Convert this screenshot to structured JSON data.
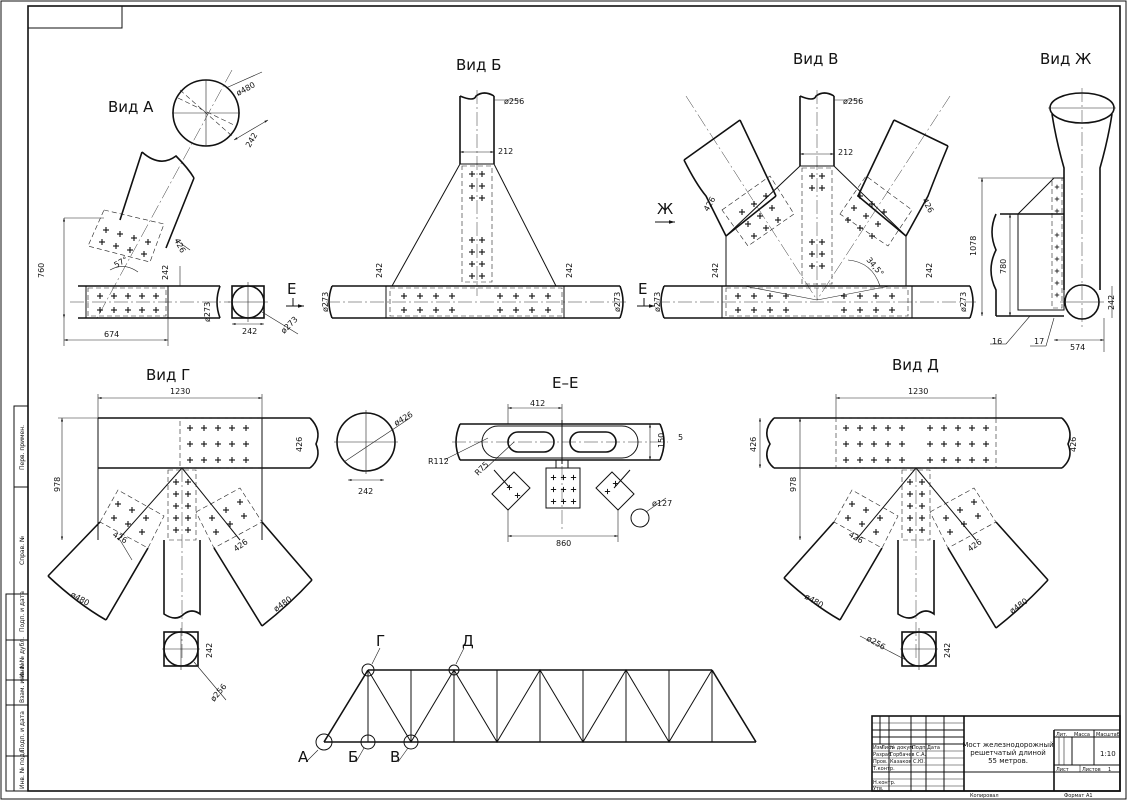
{
  "views": {
    "a": "Вид А",
    "b": "Вид Б",
    "v": "Вид В",
    "zh": "Вид Ж",
    "g": "Вид Г",
    "ee": "Е–Е",
    "d": "Вид Д"
  },
  "dims": {
    "d480": "ø480",
    "d273": "ø273",
    "d256": "ø256",
    "d426": "ø426",
    "d127": "ø127",
    "r112": "R112",
    "r75": "R75",
    "d242": "242",
    "d212": "212",
    "d426p": "426",
    "d760": "760",
    "d674": "674",
    "d1078": "1078",
    "d780": "780",
    "d574": "574",
    "d1230": "1230",
    "d978": "978",
    "d412": "412",
    "d150": "150",
    "d5": "5",
    "d860": "860",
    "a57": "57°",
    "a345": "34,5°"
  },
  "markers": {
    "e": "Е",
    "zh": "Ж",
    "p16": "16",
    "p17": "17"
  },
  "truss_labels": {
    "a": "А",
    "b": "Б",
    "v": "В",
    "g": "Г",
    "d": "Д"
  },
  "title_block": {
    "title_line1": "Мост железнодорожный",
    "title_line2": "решетчатый длиной",
    "title_line3": "55 метров.",
    "col_lit": "Лит.",
    "col_mass": "Масса",
    "col_scale": "Масштаб",
    "scale": "1:10",
    "sheet": "Лист",
    "sheets": "Листов",
    "sheets_num": "1",
    "row_izm": "Изм",
    "row_list": "Лист",
    "row_doc": "№ докум.",
    "row_sign": "Подп.",
    "row_date": "Дата",
    "row_razrab": "Разраб.",
    "row_prov": "Пров.",
    "row_tkontr": "Т.контр.",
    "row_nkontr": "Н.контр.",
    "row_utv": "Утв.",
    "razrab_name": "Горбачев С.А.",
    "prov_name": "Казаков С.Ю.",
    "copied": "Копировал",
    "format": "Формат",
    "format_val": "А1"
  },
  "side_stamp": [
    "Перв. примен.",
    "Справ. №",
    "Подп. и дата",
    "Инв. № дубл.",
    "Взам. инв. №",
    "Подп. и дата",
    "Инв. № подл."
  ]
}
